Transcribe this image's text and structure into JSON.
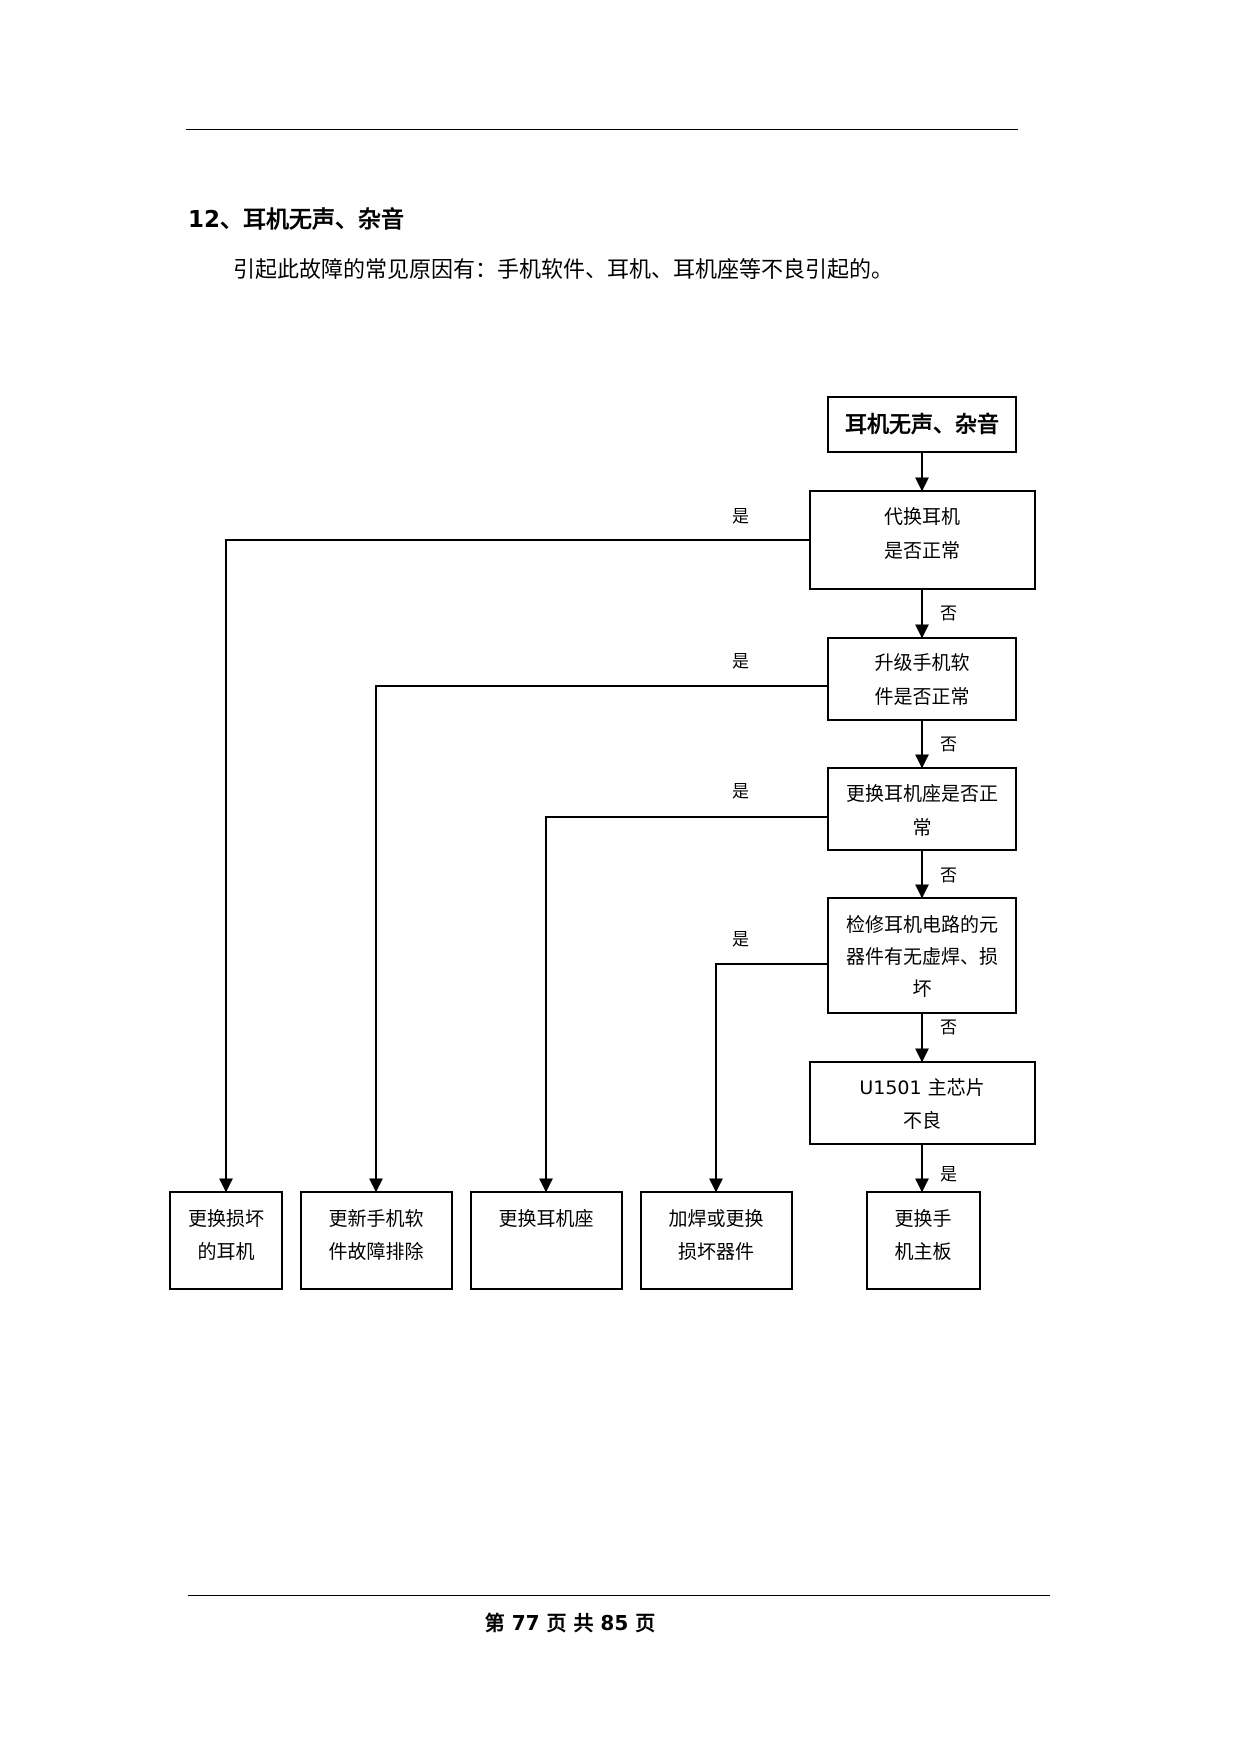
{
  "heading": "12、耳机无声、杂音",
  "intro": "引起此故障的常见原因有：手机软件、耳机、耳机座等不良引起的。",
  "flowchart": {
    "start": "耳机无声、杂音",
    "checks": [
      {
        "lines": [
          "代换耳机",
          "是否正常"
        ]
      },
      {
        "lines": [
          "升级手机软",
          "件是否正常"
        ]
      },
      {
        "lines": [
          "更换耳机座是否正",
          "常"
        ]
      },
      {
        "lines": [
          "检修耳机电路的元",
          "器件有无虚焊、损",
          "坏"
        ]
      },
      {
        "lines": [
          "U1501 主芯片",
          "不良"
        ]
      }
    ],
    "results": [
      {
        "lines": [
          "更换损坏",
          "的耳机"
        ]
      },
      {
        "lines": [
          "更新手机软",
          "件故障排除"
        ]
      },
      {
        "lines": [
          "更换耳机座"
        ]
      },
      {
        "lines": [
          "加焊或更换",
          "损坏器件"
        ]
      },
      {
        "lines": [
          "更换手",
          "机主板"
        ]
      }
    ],
    "yes_label": "是",
    "no_label": "否"
  },
  "footer": "第 77 页 共 85 页"
}
